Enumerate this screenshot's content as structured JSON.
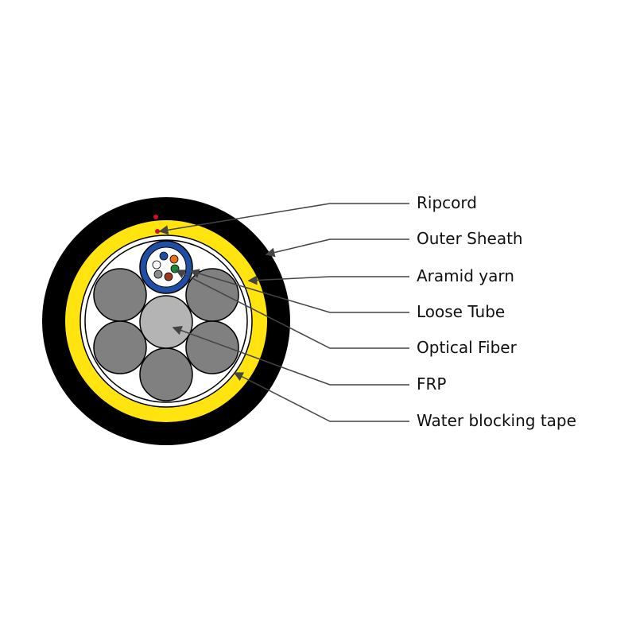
{
  "labels": {
    "ripcord": "Ripcord",
    "outer_sheath": "Outer Sheath",
    "aramid_yarn": "Aramid yarn",
    "loose_tube": "Loose Tube",
    "optical_fiber": "Optical Fiber",
    "frp": "FRP",
    "water_blocking_tape": "Water blocking tape"
  },
  "colors": {
    "sheath": "#000000",
    "aramid": "#ffe40f",
    "tube": "#1f4fa5",
    "strength_member": "#808080",
    "frp": "#b4b4b4",
    "ripcord": "#d0102a",
    "fibers": [
      "#1f4fa5",
      "#e8701a",
      "#ffffff",
      "#1a8a3a",
      "#8c8c8c",
      "#9a3a20"
    ],
    "leader": "#444444"
  }
}
